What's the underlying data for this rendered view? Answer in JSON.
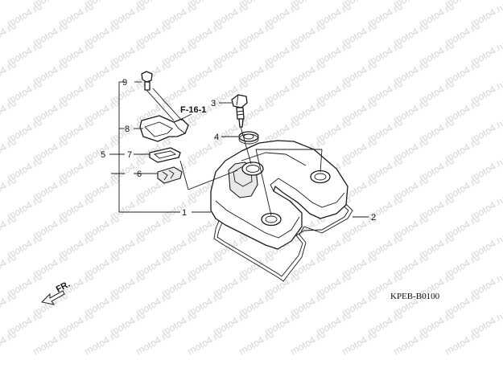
{
  "watermark": "moto4.ru",
  "reference": "F-16-1",
  "direction_label": "FR.",
  "diagram_code": "KPEB-B0100",
  "callouts": {
    "c1": "1",
    "c2": "2",
    "c3": "3",
    "c4": "4",
    "c5": "5",
    "c6": "6",
    "c7": "7",
    "c8": "8",
    "c9": "9"
  },
  "icons": {
    "direction_arrow": "arrow-left-icon"
  }
}
